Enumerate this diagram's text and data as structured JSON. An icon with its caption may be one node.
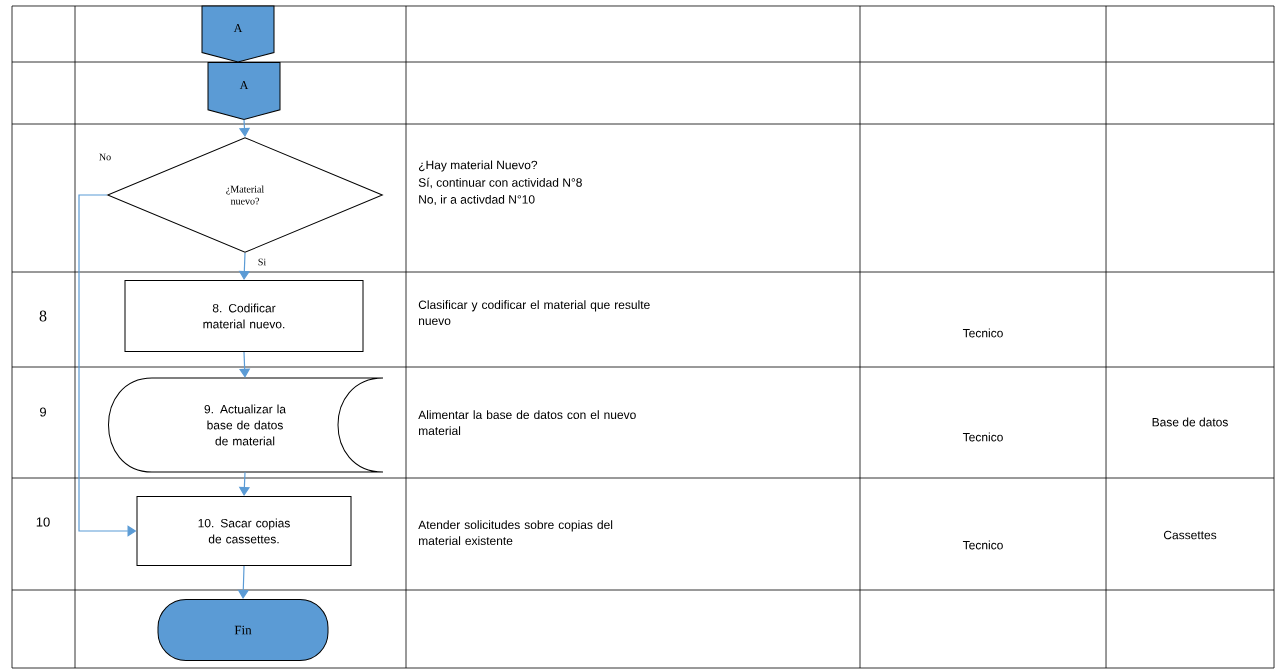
{
  "diagram": {
    "nodes": [
      {
        "text": [
          "A"
        ]
      },
      {
        "text": [
          "A"
        ]
      },
      {
        "text": [
          "¿Material nuevo?"
        ]
      },
      {
        "text": [
          "8. Codificar material nuevo."
        ]
      },
      {
        "text": [
          "9. Actualizar la base de datos de material"
        ]
      },
      {
        "text": [
          "10. Sacar copias de cassettes."
        ]
      },
      {
        "text": [
          "Fin"
        ]
      }
    ],
    "edges": [
      {
        "from": 1,
        "to": 2,
        "arrow": "to"
      },
      {
        "from": 2,
        "to": 3,
        "arrow": "to",
        "label": "Si"
      },
      {
        "from": 3,
        "to": 4,
        "arrow": "to"
      },
      {
        "from": 4,
        "to": 5,
        "arrow": "to"
      },
      {
        "from": 5,
        "to": 6,
        "arrow": "to"
      },
      {
        "from": 2,
        "to": 5,
        "arrow": "to",
        "label": "No"
      }
    ],
    "labels": [
      "¿Hay material Nuevo?",
      "Sí, continuar con actividad N°8",
      "No, ir a activdad N°10",
      "8",
      "Clasificar y codificar el material que resulte nuevo",
      "Tecnico",
      "9",
      "Alimentar la base de datos con el nuevo material",
      "Tecnico",
      "Base de datos",
      "10",
      "Atender solicitudes sobre copias del material existente",
      "Tecnico",
      "Cassettes"
    ]
  }
}
